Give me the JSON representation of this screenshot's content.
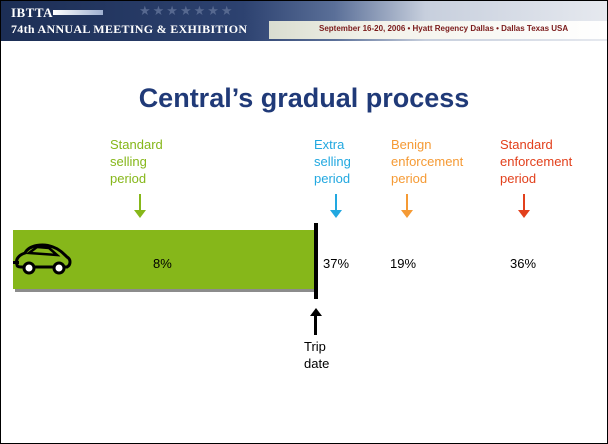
{
  "banner": {
    "brand": "IBTTA",
    "meeting": "74th ANNUAL MEETING & EXHIBITION",
    "date_location": "September 16-20, 2006 • Hyatt Regency Dallas • Dallas Texas USA",
    "stars": "★★★★★★★"
  },
  "title": "Central’s gradual process",
  "periods": [
    {
      "line1": "Standard",
      "line2": "selling",
      "line3": "period",
      "color": "#86b71a"
    },
    {
      "line1": "Extra",
      "line2": "selling",
      "line3": "period",
      "color": "#22a8e0"
    },
    {
      "line1": "Benign",
      "line2": "enforcement",
      "line3": "period",
      "color": "#f59a34"
    },
    {
      "line1": "Standard",
      "line2": "enforcement",
      "line3": "period",
      "color": "#e2401c"
    }
  ],
  "percentages": [
    "8%",
    "37%",
    "19%",
    "36%"
  ],
  "trip_date": {
    "line1": "Trip",
    "line2": "date"
  },
  "icons": {
    "car": "car-icon"
  }
}
